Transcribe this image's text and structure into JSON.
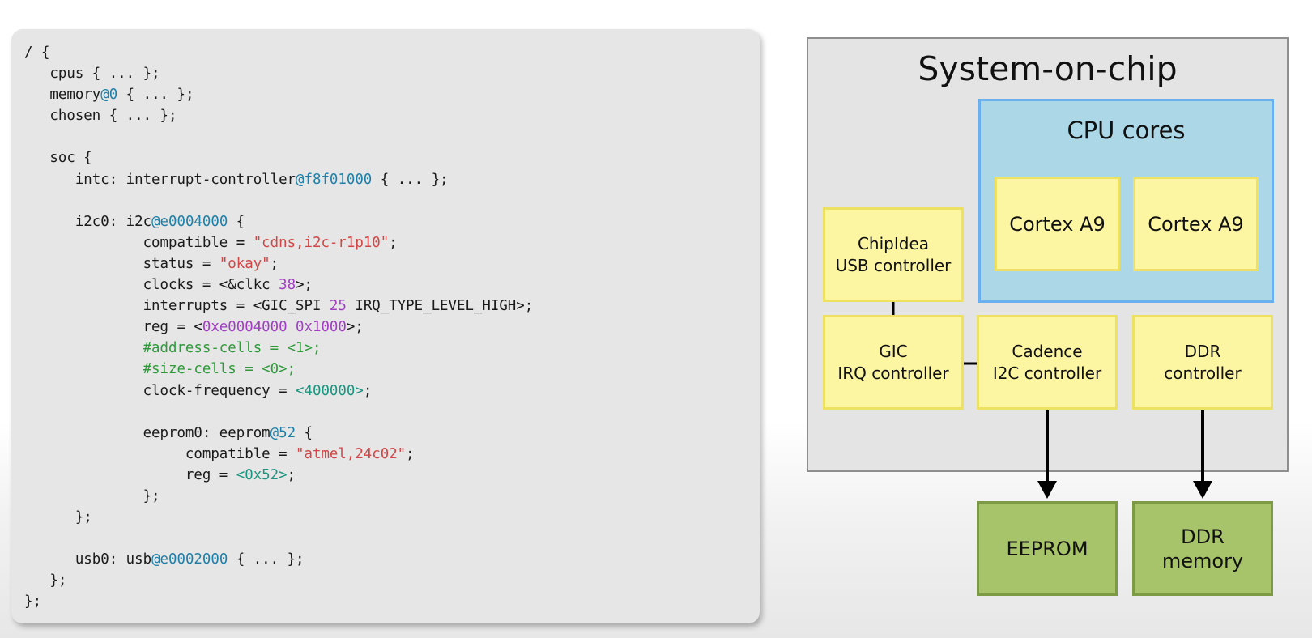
{
  "code_lines": [
    [
      [
        "plain",
        "/ {"
      ]
    ],
    [
      [
        "plain",
        "   cpus { ... };"
      ]
    ],
    [
      [
        "plain",
        "   memory"
      ],
      [
        "unit",
        "@0"
      ],
      [
        "plain",
        " { ... };"
      ]
    ],
    [
      [
        "plain",
        "   chosen { ... };"
      ]
    ],
    [
      [
        "plain",
        ""
      ]
    ],
    [
      [
        "plain",
        "   soc {"
      ]
    ],
    [
      [
        "plain",
        "      intc: interrupt-controller"
      ],
      [
        "unit",
        "@f8f01000"
      ],
      [
        "plain",
        " { ... };"
      ]
    ],
    [
      [
        "plain",
        ""
      ]
    ],
    [
      [
        "plain",
        "      i2c0: i2c"
      ],
      [
        "unit",
        "@e0004000"
      ],
      [
        "plain",
        " {"
      ]
    ],
    [
      [
        "plain",
        "              compatible = "
      ],
      [
        "str",
        "\"cdns,i2c-r1p10\""
      ],
      [
        "plain",
        ";"
      ]
    ],
    [
      [
        "plain",
        "              status = "
      ],
      [
        "str",
        "\"okay\""
      ],
      [
        "plain",
        ";"
      ]
    ],
    [
      [
        "plain",
        "              clocks = <&clkc "
      ],
      [
        "num",
        "38"
      ],
      [
        "plain",
        ">;"
      ]
    ],
    [
      [
        "plain",
        "              interrupts = <GIC_SPI "
      ],
      [
        "num",
        "25"
      ],
      [
        "plain",
        " IRQ_TYPE_LEVEL_HIGH>;"
      ]
    ],
    [
      [
        "plain",
        "              reg = <"
      ],
      [
        "num",
        "0xe0004000 0x1000"
      ],
      [
        "plain",
        ">;"
      ]
    ],
    [
      [
        "cmt",
        "              #address-cells = <1>;"
      ]
    ],
    [
      [
        "cmt",
        "              #size-cells = <0>;"
      ]
    ],
    [
      [
        "plain",
        "              clock-frequency = "
      ],
      [
        "val",
        "<400000>"
      ],
      [
        "plain",
        ";"
      ]
    ],
    [
      [
        "plain",
        ""
      ]
    ],
    [
      [
        "plain",
        "              eeprom0: eeprom"
      ],
      [
        "unit",
        "@52"
      ],
      [
        "plain",
        " {"
      ]
    ],
    [
      [
        "plain",
        "                   compatible = "
      ],
      [
        "str",
        "\"atmel,24c02\""
      ],
      [
        "plain",
        ";"
      ]
    ],
    [
      [
        "plain",
        "                   reg = "
      ],
      [
        "val",
        "<0x52>"
      ],
      [
        "plain",
        ";"
      ]
    ],
    [
      [
        "plain",
        "              };"
      ]
    ],
    [
      [
        "plain",
        "      };"
      ]
    ],
    [
      [
        "plain",
        ""
      ]
    ],
    [
      [
        "plain",
        "      usb0: usb"
      ],
      [
        "unit",
        "@e0002000"
      ],
      [
        "plain",
        " { ... };"
      ]
    ],
    [
      [
        "plain",
        "   };"
      ]
    ],
    [
      [
        "plain",
        "};"
      ]
    ]
  ],
  "diagram": {
    "soc_title": "System-on-chip",
    "cpu_title": "CPU cores",
    "cores": {
      "core1": "Cortex A9",
      "core2": "Cortex A9"
    },
    "usb_controller": {
      "line1": "ChipIdea",
      "line2": "USB controller"
    },
    "gic_controller": {
      "line1": "GIC",
      "line2": "IRQ controller"
    },
    "i2c_controller": {
      "line1": "Cadence",
      "line2": "I2C controller"
    },
    "ddr_controller": {
      "line1": "DDR",
      "line2": "controller"
    },
    "eeprom": {
      "line1": "EEPROM"
    },
    "ddr_memory": {
      "line1": "DDR",
      "line2": "memory"
    }
  },
  "colors": {
    "code_panel_bg": "#e6e6e6",
    "unit_address": "#1f7fa8",
    "string": "#d24646",
    "number": "#a03ec4",
    "comment": "#2e9a3a",
    "value": "#1a9580",
    "soc_bg": "#e4e4e4",
    "cpu_bg": "#acd7e7",
    "cpu_border": "#6aaff0",
    "block_yellow": "#fcf5a2",
    "block_green": "#a8c46a"
  }
}
